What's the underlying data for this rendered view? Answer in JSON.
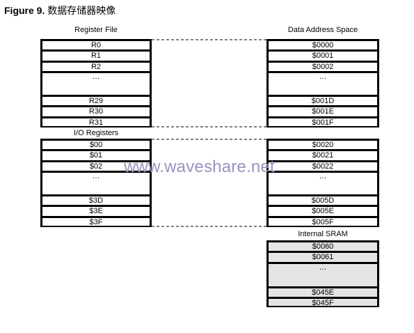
{
  "figure": {
    "label": "Figure 9.",
    "caption": "数据存储器映像"
  },
  "register_file": {
    "title": "Register File",
    "cells": [
      "R0",
      "R1",
      "R2",
      "…",
      "R29",
      "R30",
      "R31"
    ]
  },
  "io_registers": {
    "title": "I/O Registers",
    "cells": [
      "$00",
      "$01",
      "$02",
      "…",
      "$3D",
      "$3E",
      "$3F"
    ]
  },
  "data_address_space": {
    "title": "Data Address Space",
    "register_cells": [
      "$0000",
      "$0001",
      "$0002",
      "…",
      "$001D",
      "$001E",
      "$001F"
    ],
    "io_cells": [
      "$0020",
      "$0021",
      "$0022",
      "…",
      "$005D",
      "$005E",
      "$005F"
    ]
  },
  "internal_sram": {
    "title": "Internal SRAM",
    "cells": [
      "$0060",
      "$0061",
      "…",
      "$045E",
      "$045F"
    ]
  },
  "watermark": "www.waveshare.net"
}
